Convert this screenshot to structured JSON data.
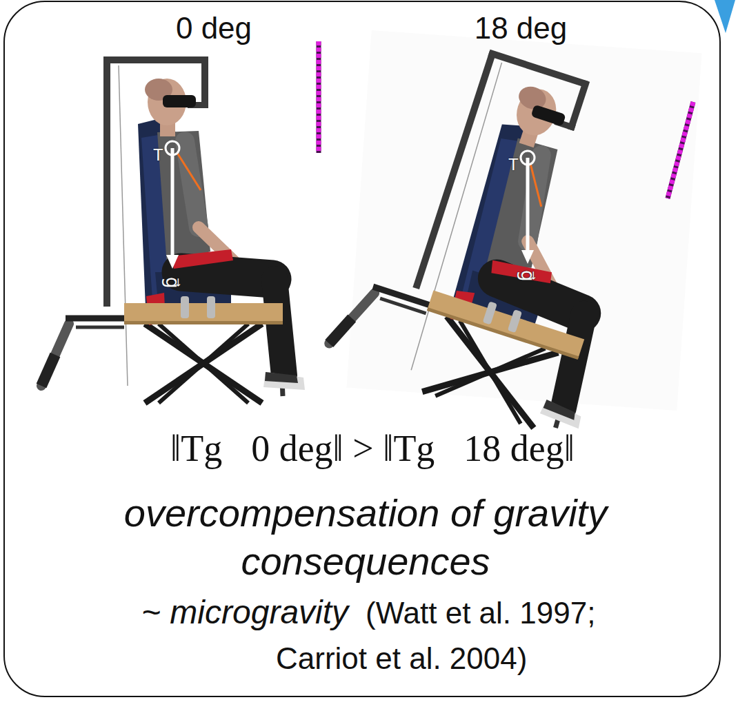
{
  "diagram": {
    "nodes": [
      {
        "text": [
          "0 deg",
          "18 deg",
          "‖Tg⃗0 deg‖ > ‖Tg⃗18 deg‖",
          "overcompensation of gravity consequences",
          "~ microgravity",
          "(Watt et al. 1997; Carriot et al. 2004)"
        ]
      }
    ],
    "labels": [
      "T",
      "g⃗",
      "T",
      "g⃗"
    ]
  }
}
